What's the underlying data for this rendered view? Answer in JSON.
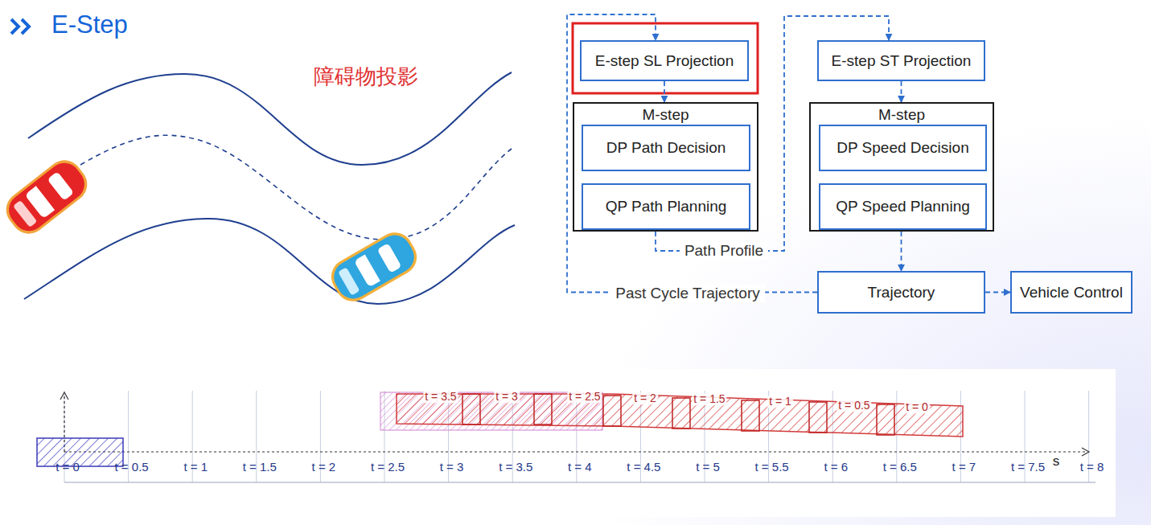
{
  "diagram": {
    "title": "E-Step",
    "nodes": [
      {
        "text": [
          "E-step SL Projection"
        ]
      },
      {
        "text": [
          "M-step"
        ]
      },
      {
        "text": [
          "DP Path Decision"
        ],
        "in": 1
      },
      {
        "text": [
          "QP Path Planning"
        ],
        "in": 1
      },
      {
        "text": [
          "E-step ST Projection"
        ]
      },
      {
        "text": [
          "M-step"
        ]
      },
      {
        "text": [
          "DP Speed Decision"
        ],
        "in": 5
      },
      {
        "text": [
          "QP Speed Planning"
        ],
        "in": 5
      },
      {
        "text": [
          "Trajectory"
        ]
      },
      {
        "text": [
          "Vehicle Control"
        ]
      }
    ],
    "edges": [
      {
        "from": 0,
        "to": 1,
        "arrow": "to"
      },
      {
        "from": 1,
        "to": 4,
        "label": "Path Profile",
        "arrow": "to"
      },
      {
        "from": 4,
        "to": 5,
        "arrow": "to"
      },
      {
        "from": 5,
        "to": 8,
        "arrow": "to"
      },
      {
        "from": 8,
        "to": 9,
        "arrow": "to"
      },
      {
        "from": 8,
        "to": 0,
        "label": "Past Cycle Trajectory",
        "arrow": "to"
      }
    ],
    "labels": [
      "障碍物投影",
      "t = 3.5",
      "t = 3",
      "t = 2.5",
      "t = 2",
      "t = 1.5",
      "t = 1",
      "t = 0.5",
      "t = 0",
      "t = 0",
      "t = 0.5",
      "t = 1",
      "t = 1.5",
      "t = 2",
      "t = 2.5",
      "t = 3",
      "t = 3.5",
      "t = 4",
      "t = 4.5",
      "t = 5",
      "t = 5.5",
      "t = 6",
      "t = 6.5",
      "t = 7",
      "t = 7.5",
      "t = 8",
      "s"
    ]
  }
}
